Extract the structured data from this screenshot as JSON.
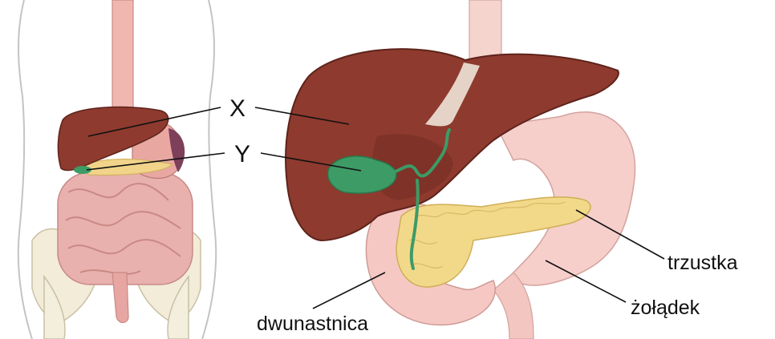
{
  "labels": {
    "x": "X",
    "y": "Y",
    "pancreas": "trzustka",
    "stomach": "żołądek",
    "duodenum": "dwunastnica"
  },
  "colors": {
    "liver": "#8e3a2e",
    "liver_shadow": "#6e2a22",
    "gallbladder": "#3d9b66",
    "pancreas": "#f2d98a",
    "stomach": "#f4c7c3",
    "intestine": "#e7aaa6",
    "body_outline": "#b9b9b9"
  },
  "icons": [
    "digestive-system-figure",
    "liver-detail-illustration"
  ]
}
